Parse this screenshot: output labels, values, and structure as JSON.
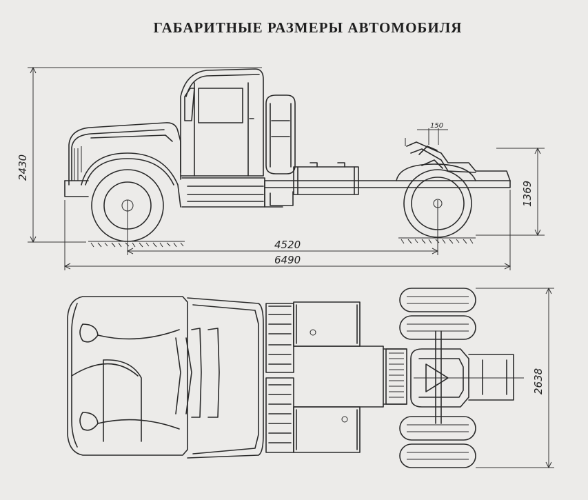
{
  "title": "ГАБАРИТНЫЕ РАЗМЕРЫ АВТОМОБИЛЯ",
  "dimensions": {
    "overall_height": "2430",
    "wheelbase": "4520",
    "overall_length": "6490",
    "fifth_wheel_height": "1369",
    "fifth_wheel_offset": "150",
    "overall_width": "2638"
  }
}
